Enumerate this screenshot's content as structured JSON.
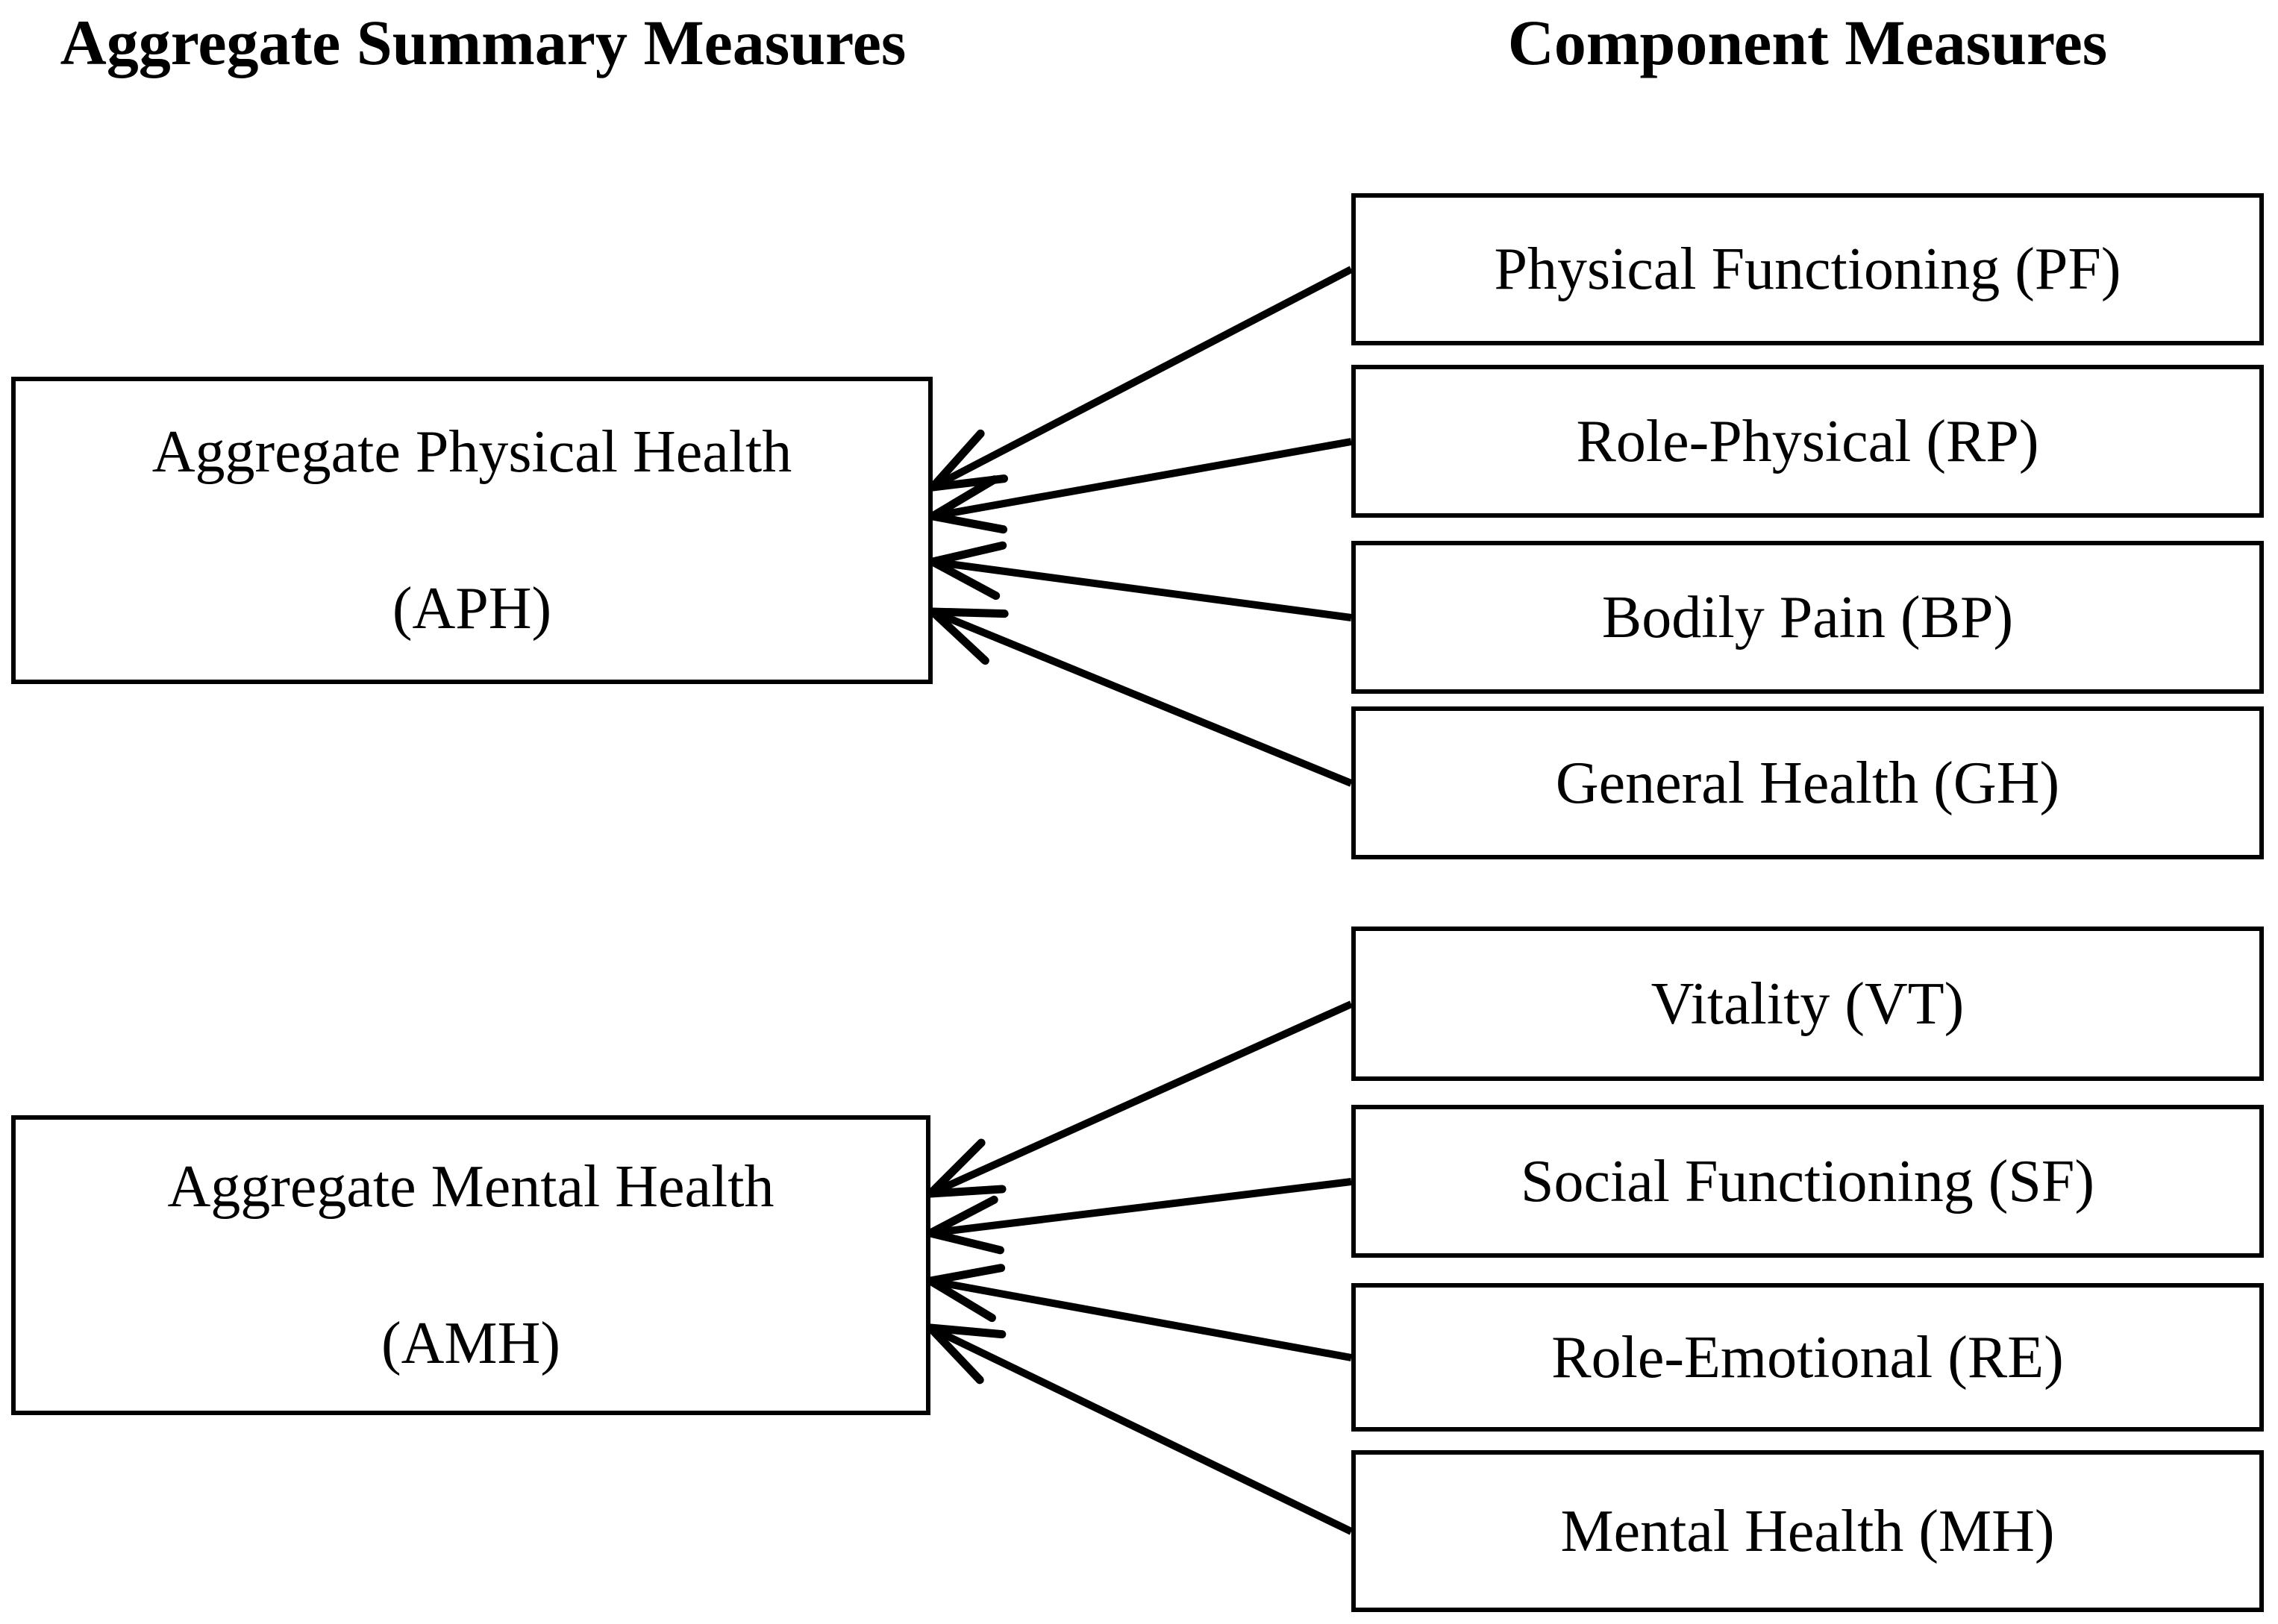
{
  "diagram": {
    "headers": {
      "left": "Aggregate Summary Measures",
      "right": "Component Measures"
    },
    "aggregates": [
      {
        "id": "APH",
        "title": "Aggregate Physical Health",
        "abbr": "(APH)"
      },
      {
        "id": "AMH",
        "title": "Aggregate Mental Health",
        "abbr": "(AMH)"
      }
    ],
    "components": [
      {
        "id": "PF",
        "label": "Physical Functioning (PF)",
        "feeds": "APH"
      },
      {
        "id": "RP",
        "label": "Role-Physical (RP)",
        "feeds": "APH"
      },
      {
        "id": "BP",
        "label": "Bodily Pain (BP)",
        "feeds": "APH"
      },
      {
        "id": "GH",
        "label": "General Health (GH)",
        "feeds": "APH"
      },
      {
        "id": "VT",
        "label": "Vitality (VT)",
        "feeds": "AMH"
      },
      {
        "id": "SF",
        "label": "Social Functioning (SF)",
        "feeds": "AMH"
      },
      {
        "id": "RE",
        "label": "Role-Emotional (RE)",
        "feeds": "AMH"
      },
      {
        "id": "MH",
        "label": "Mental Health (MH)",
        "feeds": "AMH"
      }
    ],
    "colors": {
      "background": "#ffffff",
      "line": "#000000",
      "text": "#000000",
      "border": "#000000"
    }
  }
}
